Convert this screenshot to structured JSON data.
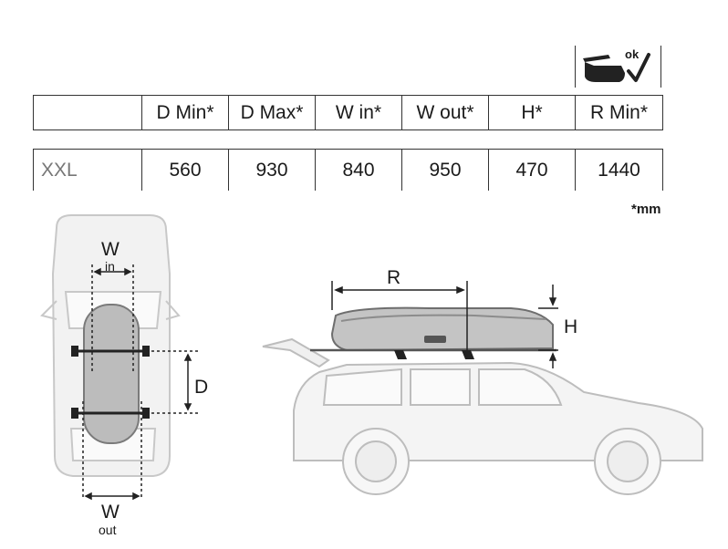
{
  "table": {
    "headers": [
      "",
      "D Min*",
      "D Max*",
      "W in*",
      "W out*",
      "H*",
      "R Min*"
    ],
    "rows": [
      {
        "model": "XXL",
        "values": [
          "560",
          "930",
          "840",
          "950",
          "470",
          "1440"
        ]
      }
    ],
    "unit_note": "*mm"
  },
  "trunk_badge": {
    "icon": "open-trunk-ok-icon",
    "text": "ok"
  },
  "top_view": {
    "w_in_label": "W",
    "w_in_sub": "in",
    "w_out_label": "W",
    "w_out_sub": "out",
    "d_label": "D"
  },
  "side_view": {
    "r_label": "R",
    "h_label": "H"
  }
}
